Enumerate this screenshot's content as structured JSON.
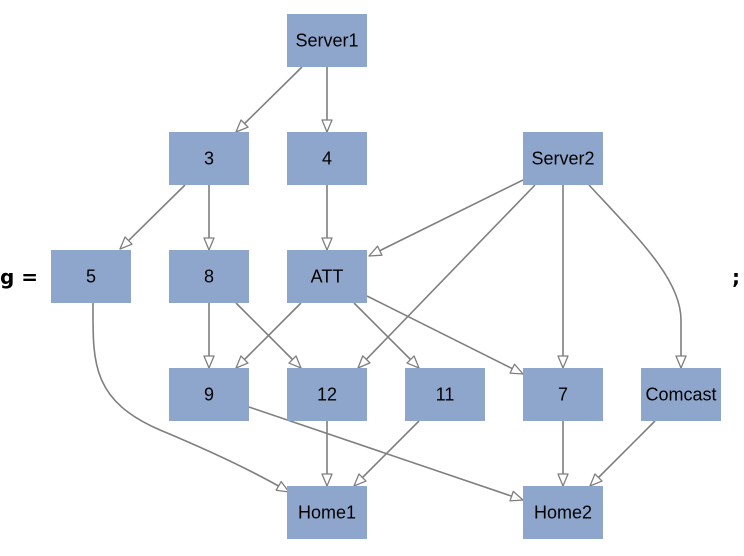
{
  "expression": {
    "lhs": "g",
    "equals": "=",
    "terminator": ";"
  },
  "colors": {
    "node_fill": "#8fa6cc",
    "edge": "#7f7f7f",
    "arrowhead_fill": "#ffffff"
  },
  "nodes": [
    {
      "id": "Server1",
      "label": "Server1"
    },
    {
      "id": "3",
      "label": "3"
    },
    {
      "id": "4",
      "label": "4"
    },
    {
      "id": "Server2",
      "label": "Server2"
    },
    {
      "id": "5",
      "label": "5"
    },
    {
      "id": "8",
      "label": "8"
    },
    {
      "id": "ATT",
      "label": "ATT"
    },
    {
      "id": "9",
      "label": "9"
    },
    {
      "id": "12",
      "label": "12"
    },
    {
      "id": "11",
      "label": "11"
    },
    {
      "id": "7",
      "label": "7"
    },
    {
      "id": "Comcast",
      "label": "Comcast"
    },
    {
      "id": "Home1",
      "label": "Home1"
    },
    {
      "id": "Home2",
      "label": "Home2"
    }
  ],
  "edges": [
    {
      "from": "Server1",
      "to": "3"
    },
    {
      "from": "Server1",
      "to": "4"
    },
    {
      "from": "3",
      "to": "5"
    },
    {
      "from": "3",
      "to": "8"
    },
    {
      "from": "4",
      "to": "ATT"
    },
    {
      "from": "Server2",
      "to": "ATT"
    },
    {
      "from": "Server2",
      "to": "12"
    },
    {
      "from": "Server2",
      "to": "7"
    },
    {
      "from": "Server2",
      "to": "Comcast"
    },
    {
      "from": "8",
      "to": "9"
    },
    {
      "from": "8",
      "to": "12"
    },
    {
      "from": "ATT",
      "to": "9"
    },
    {
      "from": "ATT",
      "to": "11"
    },
    {
      "from": "ATT",
      "to": "7"
    },
    {
      "from": "5",
      "to": "Home1"
    },
    {
      "from": "12",
      "to": "Home1"
    },
    {
      "from": "11",
      "to": "Home1"
    },
    {
      "from": "9",
      "to": "Home2"
    },
    {
      "from": "7",
      "to": "Home2"
    },
    {
      "from": "Comcast",
      "to": "Home2"
    }
  ]
}
